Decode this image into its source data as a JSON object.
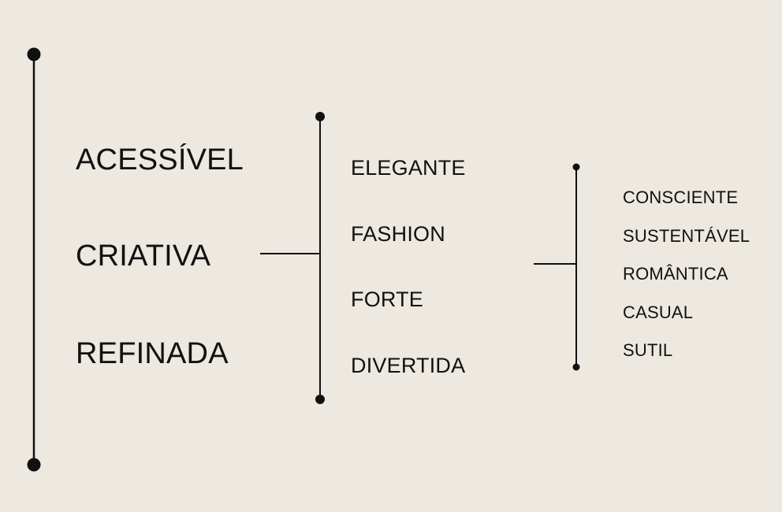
{
  "colors": {
    "background": "#ede8e0",
    "ink": "#111111"
  },
  "diagram": {
    "level1": {
      "items": [
        "ACESSÍVEL",
        "CRIATIVA",
        "REFINADA"
      ]
    },
    "level2": {
      "items": [
        "ELEGANTE",
        "FASHION",
        "FORTE",
        "DIVERTIDA"
      ]
    },
    "level3": {
      "items": [
        "CONSCIENTE",
        "SUSTENTÁVEL",
        "ROMÂNTICA",
        "CASUAL",
        "SUTIL"
      ]
    }
  }
}
